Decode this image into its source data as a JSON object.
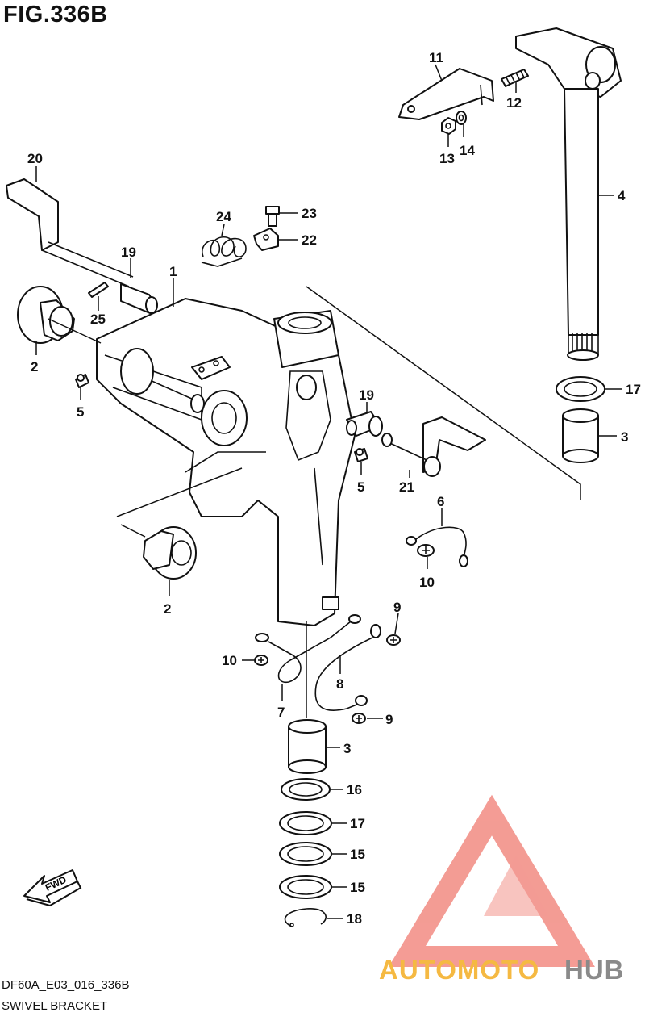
{
  "figure": {
    "title": "FIG.336B",
    "code": "DF60A_E03_016_336B",
    "name": "SWIVEL BRACKET"
  },
  "direction_marker": {
    "label": "FWD"
  },
  "watermark": {
    "brand_part1": "AUTOMOTO",
    "brand_part2": "HUB",
    "color_logo": "#f28b82",
    "color_text1": "#f5b942",
    "color_text2": "#8a8a8a"
  },
  "callouts": [
    {
      "id": "c-11",
      "label": "11"
    },
    {
      "id": "c-12",
      "label": "12"
    },
    {
      "id": "c-13",
      "label": "13"
    },
    {
      "id": "c-14",
      "label": "14"
    },
    {
      "id": "c-4",
      "label": "4"
    },
    {
      "id": "c-20",
      "label": "20"
    },
    {
      "id": "c-24",
      "label": "24"
    },
    {
      "id": "c-23",
      "label": "23"
    },
    {
      "id": "c-22",
      "label": "22"
    },
    {
      "id": "c-19a",
      "label": "19"
    },
    {
      "id": "c-1",
      "label": "1"
    },
    {
      "id": "c-25",
      "label": "25"
    },
    {
      "id": "c-2a",
      "label": "2"
    },
    {
      "id": "c-5a",
      "label": "5"
    },
    {
      "id": "c-17a",
      "label": "17"
    },
    {
      "id": "c-3a",
      "label": "3"
    },
    {
      "id": "c-19b",
      "label": "19"
    },
    {
      "id": "c-5b",
      "label": "5"
    },
    {
      "id": "c-21",
      "label": "21"
    },
    {
      "id": "c-6",
      "label": "6"
    },
    {
      "id": "c-10a",
      "label": "10"
    },
    {
      "id": "c-2b",
      "label": "2"
    },
    {
      "id": "c-9a",
      "label": "9"
    },
    {
      "id": "c-10b",
      "label": "10"
    },
    {
      "id": "c-8",
      "label": "8"
    },
    {
      "id": "c-7",
      "label": "7"
    },
    {
      "id": "c-9b",
      "label": "9"
    },
    {
      "id": "c-3b",
      "label": "3"
    },
    {
      "id": "c-16",
      "label": "16"
    },
    {
      "id": "c-17b",
      "label": "17"
    },
    {
      "id": "c-15a",
      "label": "15"
    },
    {
      "id": "c-15b",
      "label": "15"
    },
    {
      "id": "c-18",
      "label": "18"
    }
  ]
}
